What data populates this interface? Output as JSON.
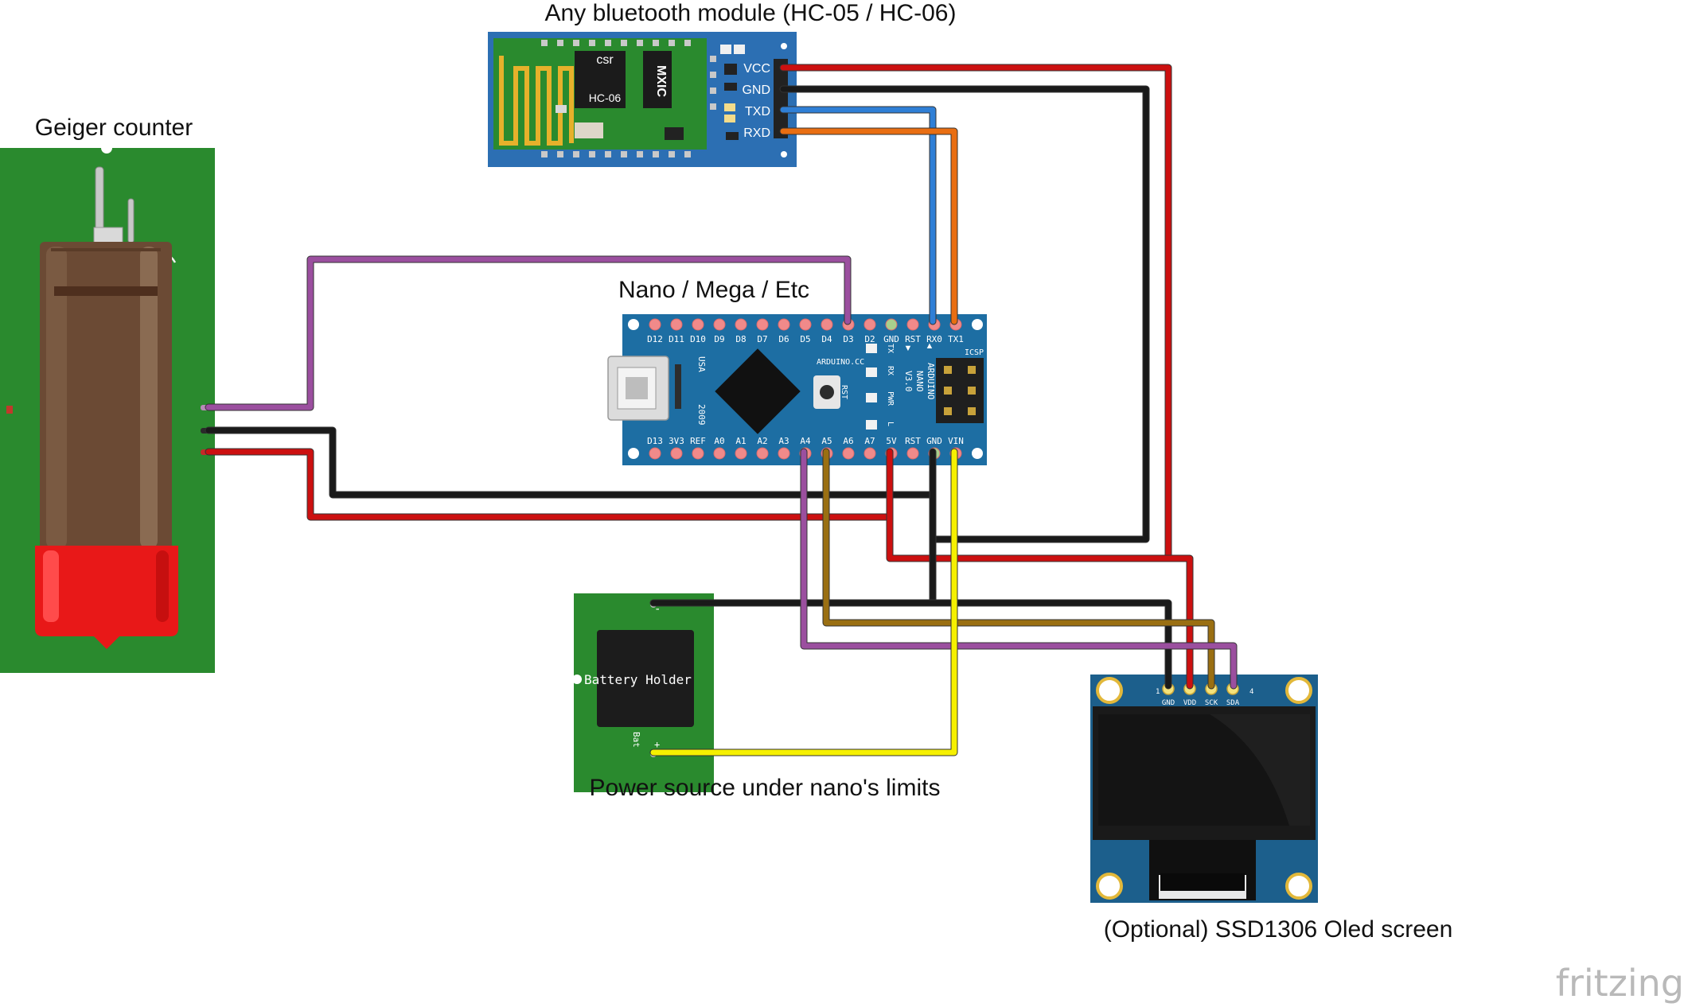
{
  "labels": {
    "geiger": "Geiger counter",
    "bluetooth": "Any bluetooth module (HC-05 / HC-06)",
    "nano": "Nano / Mega / Etc",
    "power": "Power source under nano's limits",
    "oled": "(Optional) SSD1306 Oled screen",
    "watermark": "fritzing"
  },
  "bluetooth_module": {
    "chip_text": "HC-06",
    "brand_text": "csr",
    "logo_text": "MXIC",
    "pins": [
      "VCC",
      "GND",
      "TXD",
      "RXD"
    ]
  },
  "nano_board": {
    "top_pins": [
      "D12",
      "D11",
      "D10",
      "D9",
      "D8",
      "D7",
      "D6",
      "D5",
      "D4",
      "D3",
      "D2",
      "GND",
      "RST",
      "RX0",
      "TX1"
    ],
    "bottom_pins": [
      "D13",
      "3V3",
      "REF",
      "A0",
      "A1",
      "A2",
      "A3",
      "A4",
      "A5",
      "A6",
      "A7",
      "5V",
      "RST",
      "GND",
      "VIN"
    ],
    "brand_text": "ARDUINO.CC",
    "model_lines": [
      "ARDUINO",
      "NANO",
      "V3.0"
    ],
    "usa_text": "USA",
    "year_text": "2009",
    "rst_text": "RST",
    "icsp_text": "ICSP",
    "led_labels": [
      "TX",
      "RX",
      "PWR",
      "L"
    ]
  },
  "battery": {
    "label": "Battery Holder",
    "minus": "-",
    "plus": "+",
    "bat_mark": "Bat"
  },
  "oled_module": {
    "pins": [
      "GND",
      "VDD",
      "SCK",
      "SDA"
    ],
    "pin_numbers": [
      "1",
      "4"
    ]
  },
  "wire_colors": {
    "red": "#cc1010",
    "black": "#1a1a1a",
    "blue": "#2f7fd6",
    "orange": "#e96e12",
    "purple": "#9b4f9f",
    "brown": "#9a6f12",
    "yellow": "#f6f000"
  }
}
